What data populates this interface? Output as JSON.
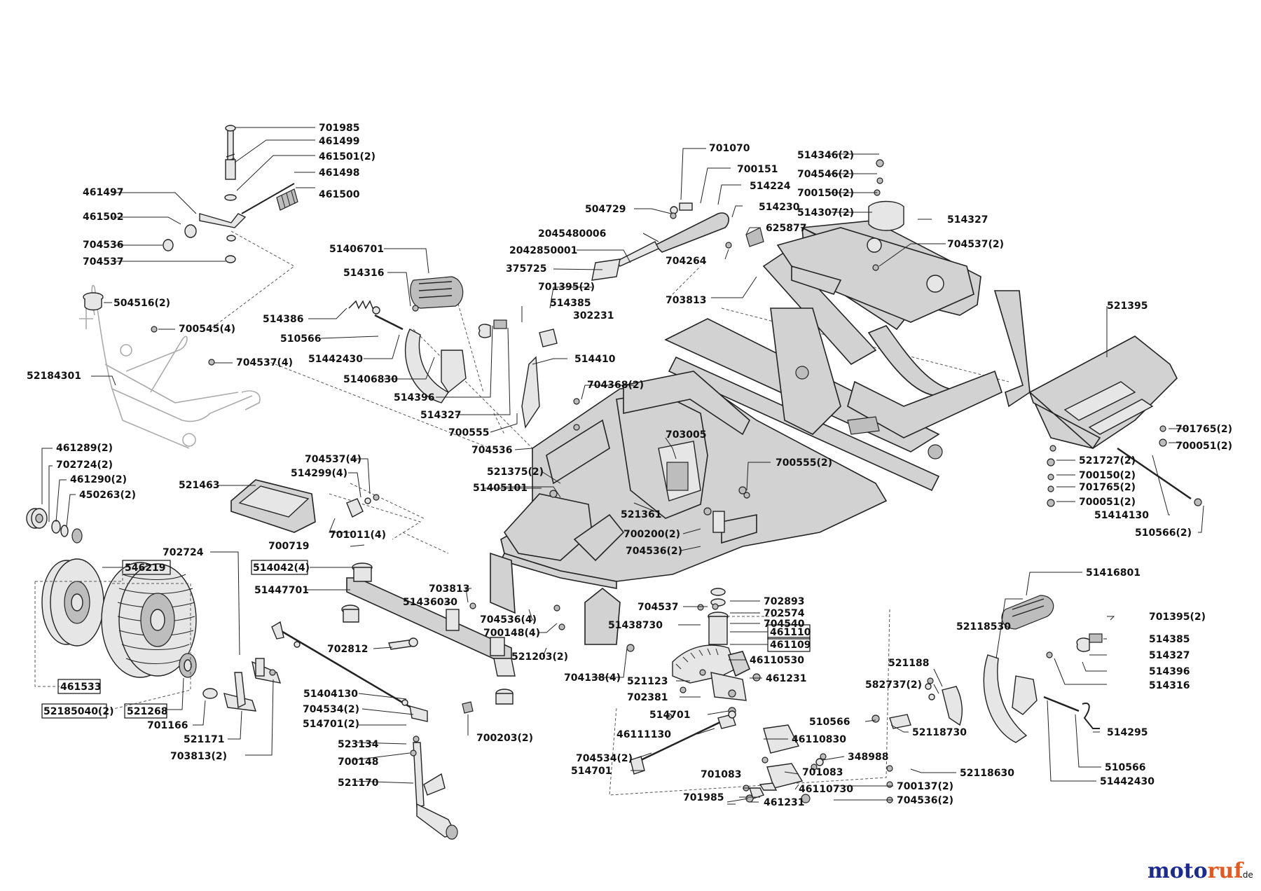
{
  "brand": {
    "text_a": "moto",
    "text_b": "ruf",
    "suffix": ".de",
    "color_a": "#1a2a8f",
    "color_b": "#e5591e"
  },
  "labels": {
    "l701985a": "701985",
    "l461499": "461499",
    "l461501": "461501(2)",
    "l461498": "461498",
    "l461497": "461497",
    "l461500": "461500",
    "l461502": "461502",
    "l704536a": "704536",
    "l704537a": "704537",
    "l504516": "504516(2)",
    "l700545": "700545(4)",
    "l704537b": "704537(4)",
    "l52184301": "52184301",
    "l461289": "461289(2)",
    "l702724a": "702724(2)",
    "l461290": "461290(2)",
    "l450263": "450263(2)",
    "l521463": "521463",
    "l704537c": "704537(4)",
    "l514299": "514299(4)",
    "l701011": "701011(4)",
    "l700719": "700719",
    "l514042": "514042(4)",
    "l51447701": "51447701",
    "l702724b": "702724",
    "l546219": "546219",
    "l461533": "461533",
    "l52185040": "52185040(2)",
    "l521268": "521268",
    "l701166": "701166",
    "l521171": "521171",
    "l703813a": "703813(2)",
    "l51404130": "51404130",
    "l704534a": "704534(2)",
    "l514701a": "514701(2)",
    "l523134": "523134",
    "l700148a": "700148",
    "l521170": "521170",
    "l702812": "702812",
    "l703813b": "703813",
    "l51436030": "51436030",
    "l704536b": "704536(4)",
    "l700148b": "700148(4)",
    "l521203": "521203(2)",
    "l704138": "704138(4)",
    "l700203": "700203(2)",
    "l51406701": "51406701",
    "l514316a": "514316",
    "l514386": "514386",
    "l510566a": "510566",
    "l51442430a": "51442430",
    "l51406830": "51406830",
    "l514396a": "514396",
    "l514327a": "514327",
    "l700555a": "700555",
    "l704536c": "704536",
    "l521375": "521375(2)",
    "l51405101": "51405101",
    "l701395a": "701395(2)",
    "l514385a": "514385",
    "l302231": "302231",
    "l514410": "514410",
    "l704368": "704368(2)",
    "l703005": "703005",
    "l700555b": "700555(2)",
    "l521361": "521361",
    "l700200": "700200(2)",
    "l704536d": "704536(2)",
    "l504729": "504729",
    "l2045480006": "2045480006",
    "l2042850001": "2042850001",
    "l375725": "375725",
    "l701070": "701070",
    "l700151": "700151",
    "l514224": "514224",
    "l514230": "514230",
    "l625877": "625877",
    "l704264": "704264",
    "l703813c": "703813",
    "l514346": "514346(2)",
    "l704546": "704546(2)",
    "l700150a": "700150(2)",
    "l514307": "514307(2)",
    "l514327b": "514327",
    "l704537d": "704537(2)",
    "l521395": "521395",
    "l701765a": "701765(2)",
    "l700051a": "700051(2)",
    "l521727": "521727(2)",
    "l700150b": "700150(2)",
    "l701765b": "701765(2)",
    "l700051b": "700051(2)",
    "l51414130": "51414130",
    "l510566b": "510566(2)",
    "l702893": "702893",
    "l702574": "702574",
    "l704540": "704540",
    "l461110": "461110",
    "l461109": "461109",
    "l704537e": "704537",
    "l51438730": "51438730",
    "l46110530": "46110530",
    "l461231a": "461231",
    "l521123": "521123",
    "l702381": "702381",
    "l514701b": "514701",
    "l46111130": "46111130",
    "l704534b": "704534(2)",
    "l514701c": "514701",
    "l51416801": "51416801",
    "l52118530": "52118530",
    "l701395b": "701395(2)",
    "l514385b": "514385",
    "l514327c": "514327",
    "l514396b": "514396",
    "l514316b": "514316",
    "l521188": "521188",
    "l582737": "582737(2)",
    "l510566c": "510566",
    "l46110830": "46110830",
    "l52118730": "52118730",
    "l348988": "348988",
    "l52118630": "52118630",
    "l701083a": "701083",
    "l701083b": "701083",
    "l46110730": "46110730",
    "l700137": "700137(2)",
    "l701985b": "701985",
    "l461231b": "461231",
    "l704536e": "704536(2)",
    "l514295": "514295",
    "l510566d": "510566",
    "l51442430b": "51442430"
  }
}
